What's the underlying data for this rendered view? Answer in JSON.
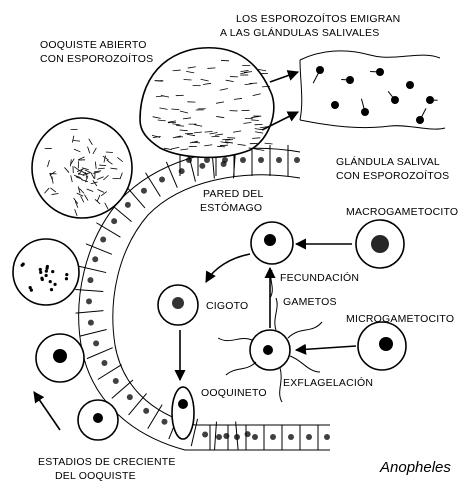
{
  "title": "Anopheles",
  "labels": {
    "sporozoites_migrate": [
      "LOS ESPOROZOÍTOS EMIGRAN",
      "A LAS GLÁNDULAS SALIVALES"
    ],
    "open_oocyst": [
      "OOQUISTE ABIERTO",
      "CON ESPOROZOÍTOS"
    ],
    "salivary_gland": [
      "GLÁNDULA SALIVAL",
      "CON ESPOROZOÍTOS"
    ],
    "stomach_wall": [
      "PARED DEL",
      "ESTÓMAGO"
    ],
    "macrogametocyte": "MACROGAMETOCITO",
    "fertilization": "FECUNDACIÓN",
    "zygote": "CIGOTO",
    "gametes": "GAMETOS",
    "microgametocyte": "MICROGAMETOCITO",
    "exflagellation": "EXFLAGELACIÓN",
    "ookinete": "OOQUINETO",
    "growth_stages": [
      "ESTADIOS DE CRECIENTE",
      "DEL OOQUISTE"
    ]
  }
}
